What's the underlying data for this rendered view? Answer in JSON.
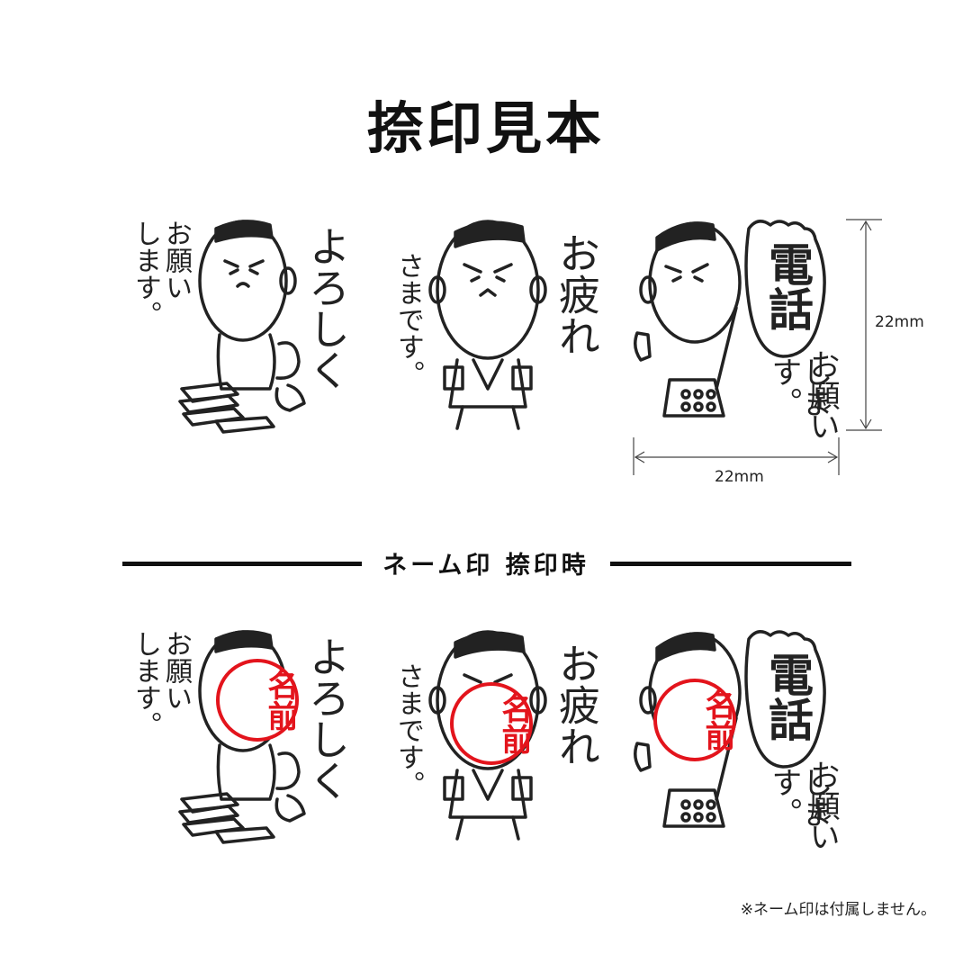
{
  "title": "捺印見本",
  "dimensions": {
    "height": "22mm",
    "width": "22mm"
  },
  "divider": {
    "label": "ネーム印 捺印時"
  },
  "stamps": [
    {
      "message": [
        "よろしく",
        "お願い",
        "します。"
      ]
    },
    {
      "message": [
        "お疲れ",
        "さまです。"
      ]
    },
    {
      "balloon": "電話",
      "message": [
        "お願い",
        "します。"
      ]
    }
  ],
  "name_seal": {
    "text": "名前",
    "color": "#e3141c"
  },
  "footnote": "※ネーム印は付属しません。",
  "colors": {
    "ink": "#222222",
    "seal": "#e3141c",
    "background": "#ffffff"
  }
}
